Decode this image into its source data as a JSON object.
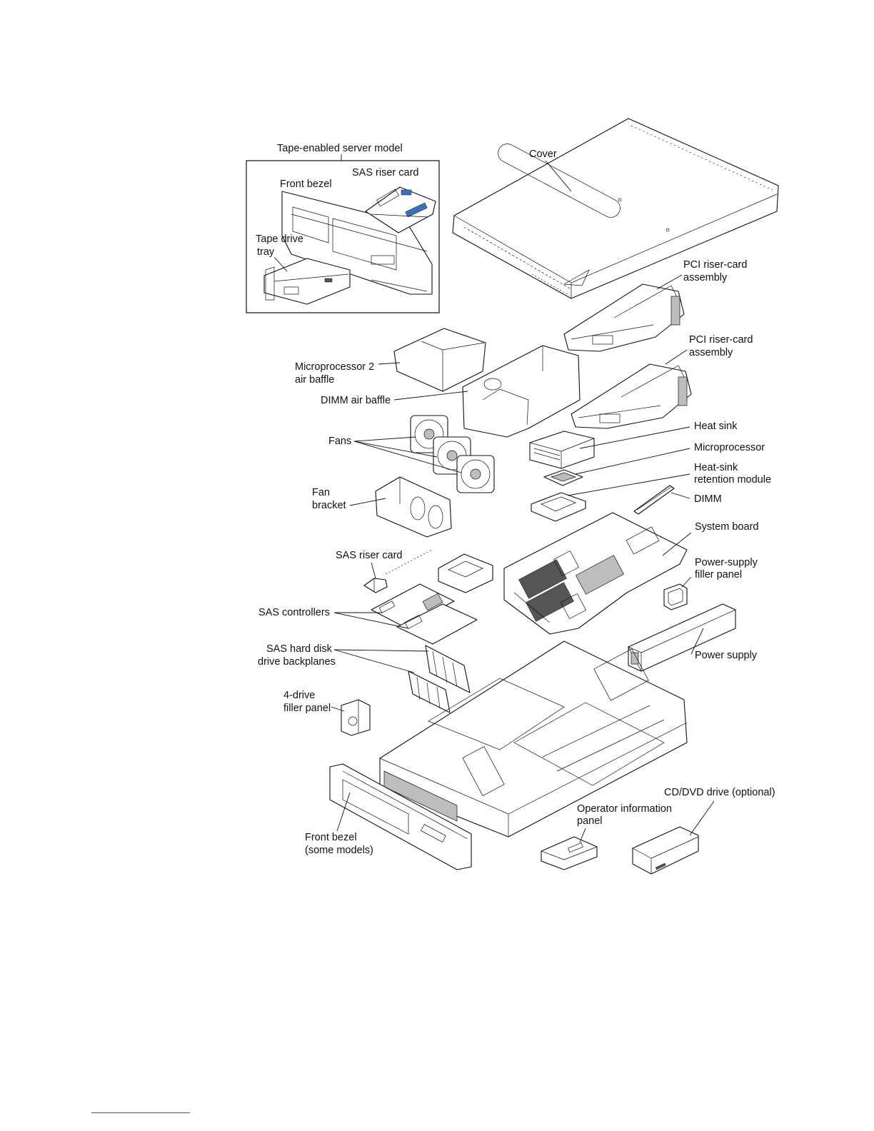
{
  "labels": {
    "tape_model": "Tape-enabled server model",
    "front_bezel_tape": "Front bezel",
    "sas_riser_tape": "SAS riser card",
    "tape_drive_tray_1": "Tape drive",
    "tape_drive_tray_2": "tray",
    "cover": "Cover",
    "pci_riser_1a": "PCI riser-card",
    "pci_riser_1b": "assembly",
    "pci_riser_2a": "PCI riser-card",
    "pci_riser_2b": "assembly",
    "mp2_baffle_1": "Microprocessor 2",
    "mp2_baffle_2": "air baffle",
    "dimm_baffle": "DIMM air baffle",
    "fans": "Fans",
    "heat_sink": "Heat sink",
    "microprocessor": "Microprocessor",
    "hs_retention_1": "Heat-sink",
    "hs_retention_2": "retention module",
    "dimm": "DIMM",
    "fan_bracket_1": "Fan",
    "fan_bracket_2": "bracket",
    "system_board": "System board",
    "sas_riser": "SAS riser card",
    "ps_filler_1": "Power-supply",
    "ps_filler_2": "filler panel",
    "sas_controllers": "SAS controllers",
    "power_supply": "Power supply",
    "backplanes_1": "SAS hard disk",
    "backplanes_2": "drive backplanes",
    "four_drive_1": "4-drive",
    "four_drive_2": "filler panel",
    "cd_dvd": "CD/DVD drive (optional)",
    "operator_panel_1": "Operator information",
    "operator_panel_2": "panel",
    "front_bezel_1": "Front bezel",
    "front_bezel_2": "(some models)"
  }
}
